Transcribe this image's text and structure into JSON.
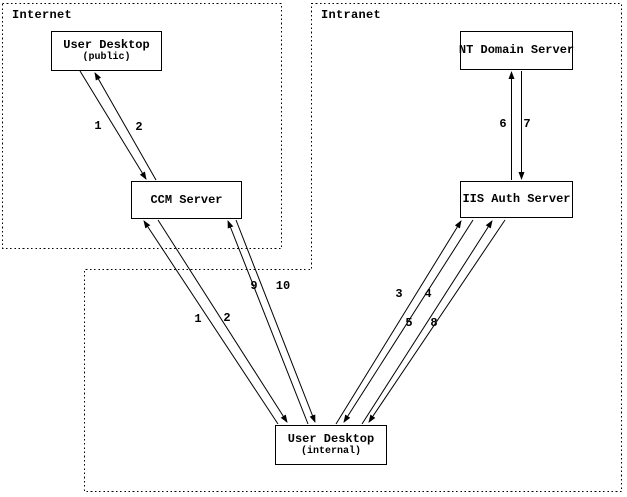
{
  "diagram": {
    "colors": {
      "line": "#000000",
      "background": "#ffffff"
    },
    "zones": {
      "internet": {
        "label": "Internet"
      },
      "intranet": {
        "label": "Intranet"
      }
    },
    "nodes": {
      "user_desktop_public": {
        "title": "User Desktop",
        "subtitle": "(public)"
      },
      "ccm_server": {
        "title": "CCM Server"
      },
      "nt_domain_server": {
        "title": "NT Domain Server"
      },
      "iis_auth_server": {
        "title": "IIS Auth Server"
      },
      "user_desktop_internal": {
        "title": "User Desktop",
        "subtitle": "(internal)"
      }
    },
    "edges": [
      {
        "label": "1",
        "from": "user-desktop-public",
        "to": "ccm-server"
      },
      {
        "label": "2",
        "from": "ccm-server",
        "to": "user-desktop-public"
      },
      {
        "label": "6",
        "from": "iis-auth-server",
        "to": "nt-domain-server"
      },
      {
        "label": "7",
        "from": "nt-domain-server",
        "to": "iis-auth-server"
      },
      {
        "label": "1",
        "from": "user-desktop-internal",
        "to": "ccm-server"
      },
      {
        "label": "2",
        "from": "ccm-server",
        "to": "user-desktop-internal"
      },
      {
        "label": "9",
        "from": "user-desktop-internal",
        "to": "ccm-server"
      },
      {
        "label": "10",
        "from": "ccm-server",
        "to": "user-desktop-internal"
      },
      {
        "label": "3",
        "from": "user-desktop-internal",
        "to": "iis-auth-server"
      },
      {
        "label": "4",
        "from": "iis-auth-server",
        "to": "user-desktop-internal"
      },
      {
        "label": "5",
        "from": "user-desktop-internal",
        "to": "iis-auth-server"
      },
      {
        "label": "8",
        "from": "iis-auth-server",
        "to": "user-desktop-internal"
      }
    ]
  }
}
